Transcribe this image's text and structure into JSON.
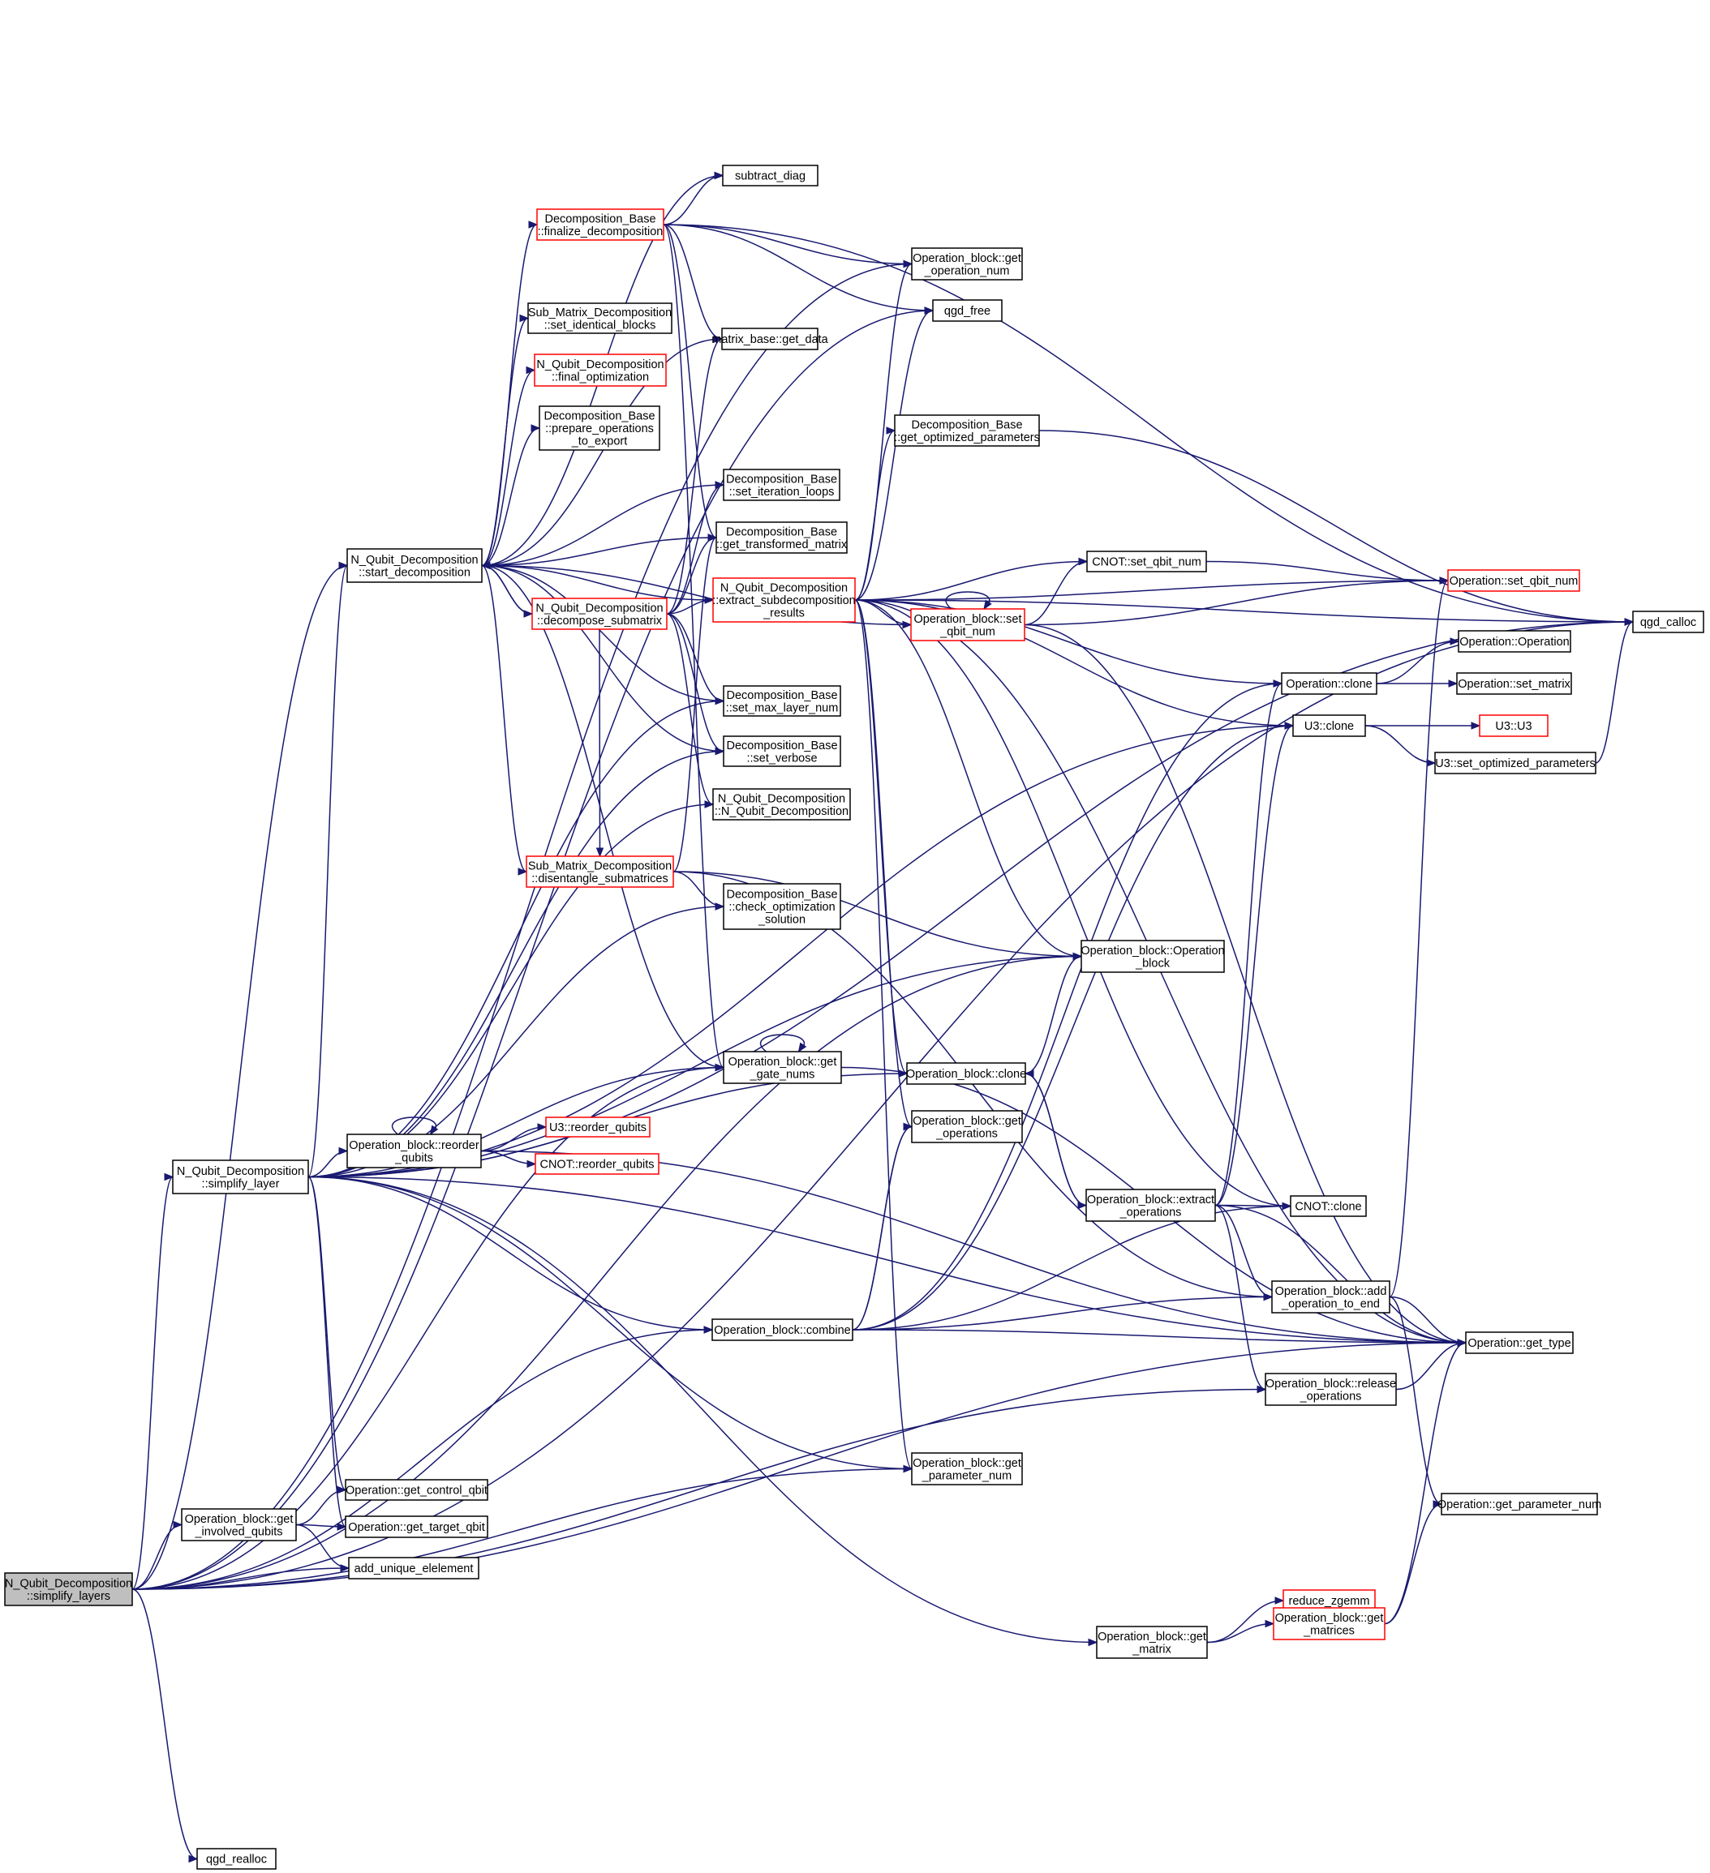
{
  "colors": {
    "edge": "#191970",
    "border_default": "#000000",
    "border_incomplete": "#ff0000",
    "root_fill": "#bfbfbf"
  },
  "nodes": [
    {
      "id": "root",
      "lines": [
        "N_Qubit_Decomposition",
        "::simplify_layers"
      ],
      "red": false,
      "root": true
    },
    {
      "id": "realloc",
      "lines": [
        "qgd_realloc"
      ],
      "red": false
    },
    {
      "id": "addunique",
      "lines": [
        "add_unique_elelement"
      ],
      "red": false
    },
    {
      "id": "involved",
      "lines": [
        "Operation_block::get",
        "_involved_qubits"
      ],
      "red": false
    },
    {
      "id": "ctrlqbit",
      "lines": [
        "Operation::get_control_qbit"
      ],
      "red": false
    },
    {
      "id": "tgtqbit",
      "lines": [
        "Operation::get_target_qbit"
      ],
      "red": false
    },
    {
      "id": "simplify",
      "lines": [
        "N_Qubit_Decomposition",
        "::simplify_layer"
      ],
      "red": false
    },
    {
      "id": "reorder",
      "lines": [
        "Operation_block::reorder",
        "_qubits"
      ],
      "red": false
    },
    {
      "id": "u3reorder",
      "lines": [
        "U3::reorder_qubits"
      ],
      "red": true
    },
    {
      "id": "cnotreorder",
      "lines": [
        "CNOT::reorder_qubits"
      ],
      "red": true
    },
    {
      "id": "startdec",
      "lines": [
        "N_Qubit_Decomposition",
        "::start_decomposition"
      ],
      "red": false
    },
    {
      "id": "finalize",
      "lines": [
        "Decomposition_Base",
        "::finalize_decomposition"
      ],
      "red": true
    },
    {
      "id": "identical",
      "lines": [
        "Sub_Matrix_Decomposition",
        "::set_identical_blocks"
      ],
      "red": false
    },
    {
      "id": "finalopt",
      "lines": [
        "N_Qubit_Decomposition",
        "::final_optimization"
      ],
      "red": true
    },
    {
      "id": "prepare",
      "lines": [
        "Decomposition_Base",
        "::prepare_operations",
        "_to_export"
      ],
      "red": false
    },
    {
      "id": "decsub",
      "lines": [
        "N_Qubit_Decomposition",
        "::decompose_submatrix"
      ],
      "red": true
    },
    {
      "id": "disentangle",
      "lines": [
        "Sub_Matrix_Decomposition",
        "::disentangle_submatrices"
      ],
      "red": true
    },
    {
      "id": "subdiag",
      "lines": [
        "subtract_diag"
      ],
      "red": false
    },
    {
      "id": "getdata",
      "lines": [
        "matrix_base::get_data"
      ],
      "red": false
    },
    {
      "id": "setiter",
      "lines": [
        "Decomposition_Base",
        "::set_iteration_loops"
      ],
      "red": false
    },
    {
      "id": "gettrans",
      "lines": [
        "Decomposition_Base",
        "::get_transformed_matrix"
      ],
      "red": false
    },
    {
      "id": "extract",
      "lines": [
        "N_Qubit_Decomposition",
        "::extract_subdecomposition",
        "_results"
      ],
      "red": true
    },
    {
      "id": "setmaxlayer",
      "lines": [
        "Decomposition_Base",
        "::set_max_layer_num"
      ],
      "red": false
    },
    {
      "id": "setverbose",
      "lines": [
        "Decomposition_Base",
        "::set_verbose"
      ],
      "red": false
    },
    {
      "id": "nqctor",
      "lines": [
        "N_Qubit_Decomposition",
        "::N_Qubit_Decomposition"
      ],
      "red": false
    },
    {
      "id": "checkopt",
      "lines": [
        "Decomposition_Base",
        "::check_optimization",
        "_solution"
      ],
      "red": false
    },
    {
      "id": "getgatenums",
      "lines": [
        "Operation_block::get",
        "_gate_nums"
      ],
      "red": false
    },
    {
      "id": "combine",
      "lines": [
        "Operation_block::combine"
      ],
      "red": false
    },
    {
      "id": "getopnum",
      "lines": [
        "Operation_block::get",
        "_operation_num"
      ],
      "red": false
    },
    {
      "id": "qgdfree",
      "lines": [
        "qgd_free"
      ],
      "red": false
    },
    {
      "id": "getoptparams",
      "lines": [
        "Decomposition_Base",
        "::get_optimized_parameters"
      ],
      "red": false
    },
    {
      "id": "opbsetqbit",
      "lines": [
        "Operation_block::set",
        "_qbit_num"
      ],
      "red": true
    },
    {
      "id": "opbclone",
      "lines": [
        "Operation_block::clone"
      ],
      "red": false
    },
    {
      "id": "opbgetops",
      "lines": [
        "Operation_block::get",
        "_operations"
      ],
      "red": false
    },
    {
      "id": "opbgetparam",
      "lines": [
        "Operation_block::get",
        "_parameter_num"
      ],
      "red": false
    },
    {
      "id": "cnotsetqbit",
      "lines": [
        "CNOT::set_qbit_num"
      ],
      "red": false
    },
    {
      "id": "opbctor",
      "lines": [
        "Operation_block::Operation",
        "_block"
      ],
      "red": false
    },
    {
      "id": "extractops",
      "lines": [
        "Operation_block::extract",
        "_operations"
      ],
      "red": false
    },
    {
      "id": "releaseops",
      "lines": [
        "Operation_block::release",
        "_operations"
      ],
      "red": false
    },
    {
      "id": "getmatrix",
      "lines": [
        "Operation_block::get",
        "_matrix"
      ],
      "red": false
    },
    {
      "id": "opclone",
      "lines": [
        "Operation::clone"
      ],
      "red": false
    },
    {
      "id": "u3clone",
      "lines": [
        "U3::clone"
      ],
      "red": false
    },
    {
      "id": "cnotclone",
      "lines": [
        "CNOT::clone"
      ],
      "red": false
    },
    {
      "id": "addopend",
      "lines": [
        "Operation_block::add",
        "_operation_to_end"
      ],
      "red": false
    },
    {
      "id": "reducezgemm",
      "lines": [
        "reduce_zgemm"
      ],
      "red": true
    },
    {
      "id": "getmatrices",
      "lines": [
        "Operation_block::get",
        "_matrices"
      ],
      "red": true
    },
    {
      "id": "opsetqbit",
      "lines": [
        "Operation::set_qbit_num"
      ],
      "red": true
    },
    {
      "id": "opctor",
      "lines": [
        "Operation::Operation"
      ],
      "red": false
    },
    {
      "id": "opsetmatrix",
      "lines": [
        "Operation::set_matrix"
      ],
      "red": false
    },
    {
      "id": "u3ctor",
      "lines": [
        "U3::U3"
      ],
      "red": true
    },
    {
      "id": "u3setopt",
      "lines": [
        "U3::set_optimized_parameters"
      ],
      "red": false
    },
    {
      "id": "gettype",
      "lines": [
        "Operation::get_type"
      ],
      "red": false
    },
    {
      "id": "getparamnum",
      "lines": [
        "Operation::get_parameter_num"
      ],
      "red": false
    },
    {
      "id": "calloc",
      "lines": [
        "qgd_calloc"
      ],
      "red": false
    }
  ],
  "edges": [
    [
      "root",
      "realloc"
    ],
    [
      "root",
      "addunique"
    ],
    [
      "root",
      "involved"
    ],
    [
      "root",
      "simplify"
    ],
    [
      "root",
      "getopnum"
    ],
    [
      "root",
      "qgdfree"
    ],
    [
      "root",
      "startdec"
    ],
    [
      "root",
      "opbctor"
    ],
    [
      "root",
      "getgatenums"
    ],
    [
      "root",
      "combine"
    ],
    [
      "root",
      "releaseops"
    ],
    [
      "root",
      "opbgetparam"
    ],
    [
      "root",
      "gettype"
    ],
    [
      "root",
      "calloc"
    ],
    [
      "involved",
      "ctrlqbit"
    ],
    [
      "involved",
      "tgtqbit"
    ],
    [
      "involved",
      "addunique"
    ],
    [
      "simplify",
      "ctrlqbit"
    ],
    [
      "simplify",
      "tgtqbit"
    ],
    [
      "simplify",
      "reorder"
    ],
    [
      "simplify",
      "startdec"
    ],
    [
      "simplify",
      "setmaxlayer"
    ],
    [
      "simplify",
      "setverbose"
    ],
    [
      "simplify",
      "nqctor"
    ],
    [
      "simplify",
      "checkopt"
    ],
    [
      "simplify",
      "opbctor"
    ],
    [
      "simplify",
      "getgatenums"
    ],
    [
      "simplify",
      "opbclone"
    ],
    [
      "simplify",
      "combine"
    ],
    [
      "simplify",
      "opbgetparam"
    ],
    [
      "simplify",
      "getmatrix"
    ],
    [
      "simplify",
      "gettype"
    ],
    [
      "simplify",
      "calloc"
    ],
    [
      "simplify",
      "u3clone"
    ],
    [
      "reorder",
      "reorder"
    ],
    [
      "reorder",
      "u3reorder"
    ],
    [
      "reorder",
      "cnotreorder"
    ],
    [
      "reorder",
      "gettype"
    ],
    [
      "startdec",
      "subdiag"
    ],
    [
      "startdec",
      "finalize"
    ],
    [
      "startdec",
      "getdata"
    ],
    [
      "startdec",
      "identical"
    ],
    [
      "startdec",
      "finalopt"
    ],
    [
      "startdec",
      "prepare"
    ],
    [
      "startdec",
      "setiter"
    ],
    [
      "startdec",
      "gettrans"
    ],
    [
      "startdec",
      "decsub"
    ],
    [
      "startdec",
      "extract"
    ],
    [
      "startdec",
      "setmaxlayer"
    ],
    [
      "startdec",
      "setverbose"
    ],
    [
      "startdec",
      "disentangle"
    ],
    [
      "startdec",
      "getgatenums"
    ],
    [
      "startdec",
      "opbsetqbit"
    ],
    [
      "finalize",
      "subdiag"
    ],
    [
      "finalize",
      "getopnum"
    ],
    [
      "finalize",
      "qgdfree"
    ],
    [
      "finalize",
      "getdata"
    ],
    [
      "finalize",
      "gettrans"
    ],
    [
      "finalize",
      "calloc"
    ],
    [
      "finalize",
      "getgatenums"
    ],
    [
      "decsub",
      "startdec"
    ],
    [
      "decsub",
      "getdata"
    ],
    [
      "decsub",
      "setiter"
    ],
    [
      "decsub",
      "gettrans"
    ],
    [
      "decsub",
      "extract"
    ],
    [
      "decsub",
      "setmaxlayer"
    ],
    [
      "decsub",
      "setverbose"
    ],
    [
      "decsub",
      "nqctor"
    ],
    [
      "decsub",
      "disentangle"
    ],
    [
      "disentangle",
      "checkopt"
    ],
    [
      "disentangle",
      "opbctor"
    ],
    [
      "disentangle",
      "gettrans"
    ],
    [
      "disentangle",
      "addopend"
    ],
    [
      "extract",
      "getopnum"
    ],
    [
      "extract",
      "qgdfree"
    ],
    [
      "extract",
      "getoptparams"
    ],
    [
      "extract",
      "opbsetqbit"
    ],
    [
      "extract",
      "cnotsetqbit"
    ],
    [
      "extract",
      "opsetqbit"
    ],
    [
      "extract",
      "calloc"
    ],
    [
      "extract",
      "opclone"
    ],
    [
      "extract",
      "u3clone"
    ],
    [
      "extract",
      "cnotclone"
    ],
    [
      "extract",
      "opbctor"
    ],
    [
      "extract",
      "opbclone"
    ],
    [
      "extract",
      "opbgetops"
    ],
    [
      "extract",
      "opbgetparam"
    ],
    [
      "extract",
      "gettype"
    ],
    [
      "getoptparams",
      "calloc"
    ],
    [
      "opbsetqbit",
      "opbsetqbit"
    ],
    [
      "opbsetqbit",
      "cnotsetqbit"
    ],
    [
      "opbsetqbit",
      "opsetqbit"
    ],
    [
      "opbsetqbit",
      "gettype"
    ],
    [
      "cnotsetqbit",
      "opsetqbit"
    ],
    [
      "opbclone",
      "opbctor"
    ],
    [
      "opbclone",
      "extractops"
    ],
    [
      "extractops",
      "opbclone"
    ],
    [
      "extractops",
      "opclone"
    ],
    [
      "extractops",
      "u3clone"
    ],
    [
      "extractops",
      "cnotclone"
    ],
    [
      "extractops",
      "addopend"
    ],
    [
      "extractops",
      "releaseops"
    ],
    [
      "extractops",
      "gettype"
    ],
    [
      "combine",
      "opbgetops"
    ],
    [
      "combine",
      "opbgetops"
    ],
    [
      "combine",
      "opclone"
    ],
    [
      "combine",
      "u3clone"
    ],
    [
      "combine",
      "cnotclone"
    ],
    [
      "combine",
      "addopend"
    ],
    [
      "combine",
      "gettype"
    ],
    [
      "getgatenums",
      "getgatenums"
    ],
    [
      "getgatenums",
      "gettype"
    ],
    [
      "opclone",
      "opctor"
    ],
    [
      "opclone",
      "opsetmatrix"
    ],
    [
      "u3clone",
      "u3ctor"
    ],
    [
      "u3clone",
      "u3setopt"
    ],
    [
      "u3setopt",
      "calloc"
    ],
    [
      "addopend",
      "opsetqbit"
    ],
    [
      "addopend",
      "gettype"
    ],
    [
      "addopend",
      "getparamnum"
    ],
    [
      "releaseops",
      "gettype"
    ],
    [
      "getmatrix",
      "reducezgemm"
    ],
    [
      "getmatrix",
      "getmatrices"
    ],
    [
      "getmatrices",
      "gettype"
    ],
    [
      "getmatrices",
      "getparamnum"
    ]
  ]
}
